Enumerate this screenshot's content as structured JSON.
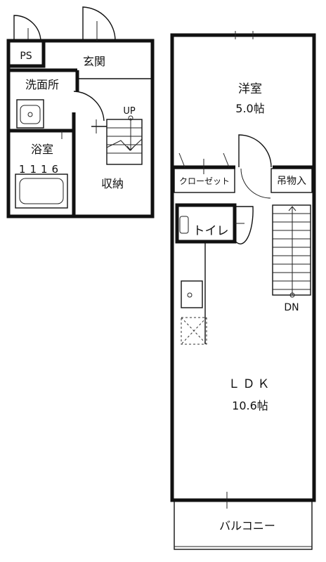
{
  "rooms": {
    "ps": "PS",
    "genkan": "玄関",
    "senmenjo": "洗面所",
    "yokushitsu": "浴室",
    "bath_size": "1116",
    "shuno": "収納",
    "yoshitsu": "洋室",
    "yoshitsu_size": "5.0帖",
    "closet": "クローゼット",
    "tsurimonoire": "吊物入",
    "toilet": "トイレ",
    "ldk": "ＬＤＫ",
    "ldk_size": "10.6帖",
    "balcony": "バルコニー"
  },
  "stairs": {
    "up": "UP",
    "dn": "DN"
  }
}
